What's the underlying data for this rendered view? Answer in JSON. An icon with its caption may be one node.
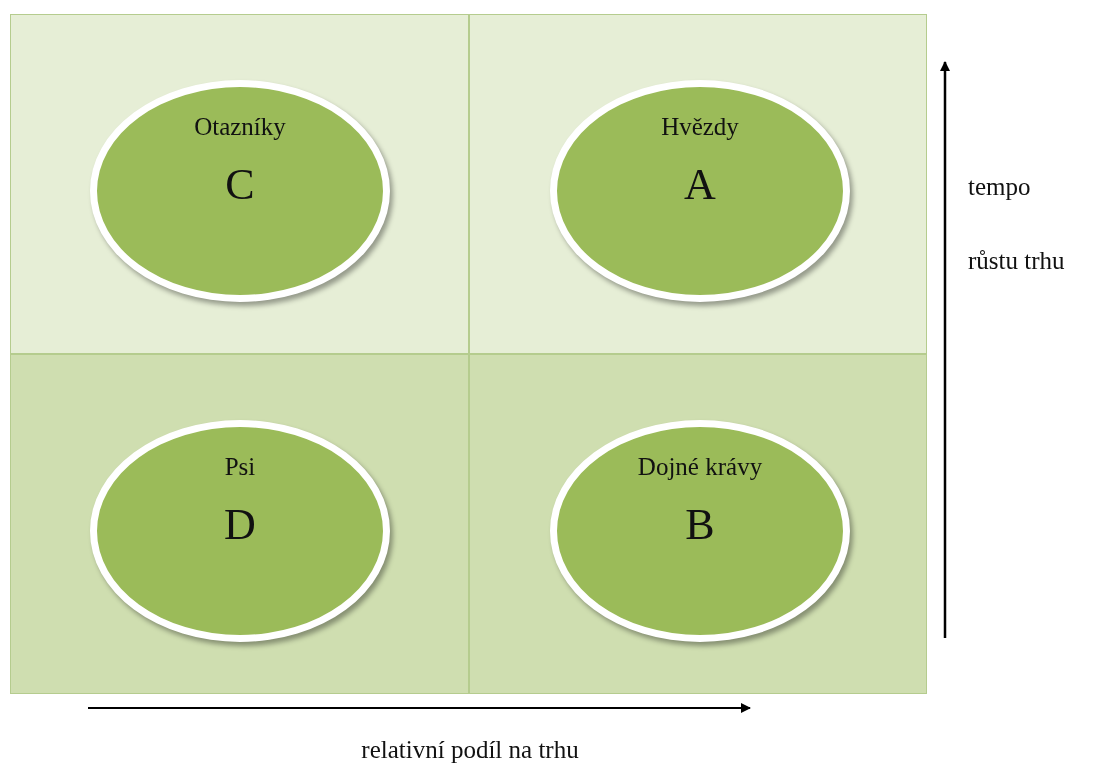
{
  "diagram": {
    "nodes": [
      {
        "text": [
          "Otazníky",
          "C"
        ]
      },
      {
        "text": [
          "Hvězdy",
          "A"
        ]
      },
      {
        "text": [
          "Psi",
          "D"
        ]
      },
      {
        "text": [
          "Dojné krávy",
          "B"
        ]
      }
    ],
    "labels": [
      "tempo růstu trhu",
      "relativní podíl na trhu"
    ]
  }
}
